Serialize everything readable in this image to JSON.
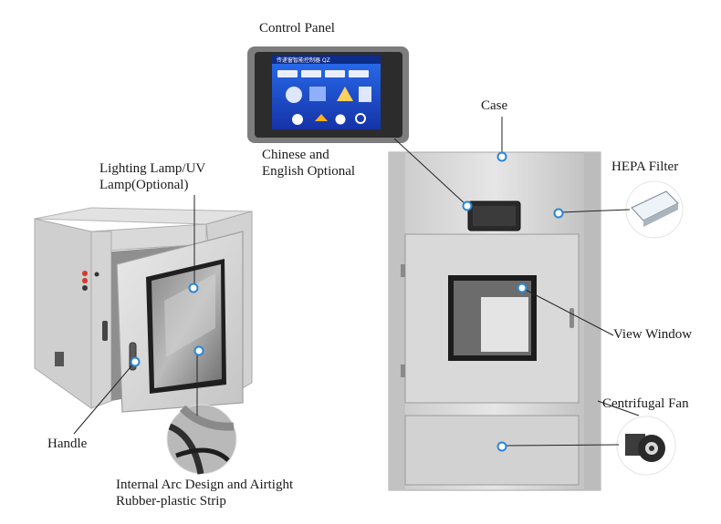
{
  "labels": {
    "control_panel": "Control Panel",
    "chinese_english_line1": "Chinese and",
    "chinese_english_line2": "English Optional",
    "case": "Case",
    "hepa_filter": "HEPA Filter",
    "lighting_line1": "Lighting Lamp/UV",
    "lighting_line2": "Lamp(Optional)",
    "view_window": "View Window",
    "centrifugal_fan": "Centrifugal Fan",
    "handle": "Handle",
    "internal_line1": "Internal Arc Design and Airtight",
    "internal_line2": "Rubber-plastic Strip"
  },
  "control_panel_screen": {
    "header_text": "传递窗智能控制器 QZ",
    "bottom_icons": [
      "power-icon",
      "home-icon",
      "gear-icon",
      "magnifier-icon"
    ]
  },
  "colors": {
    "marker_blue": "#2b86d6",
    "leader_line": "#222222",
    "steel_light": "#dcdcdc",
    "steel_dark": "#9a9a9a",
    "screen_blue": "#1f4fd0"
  }
}
